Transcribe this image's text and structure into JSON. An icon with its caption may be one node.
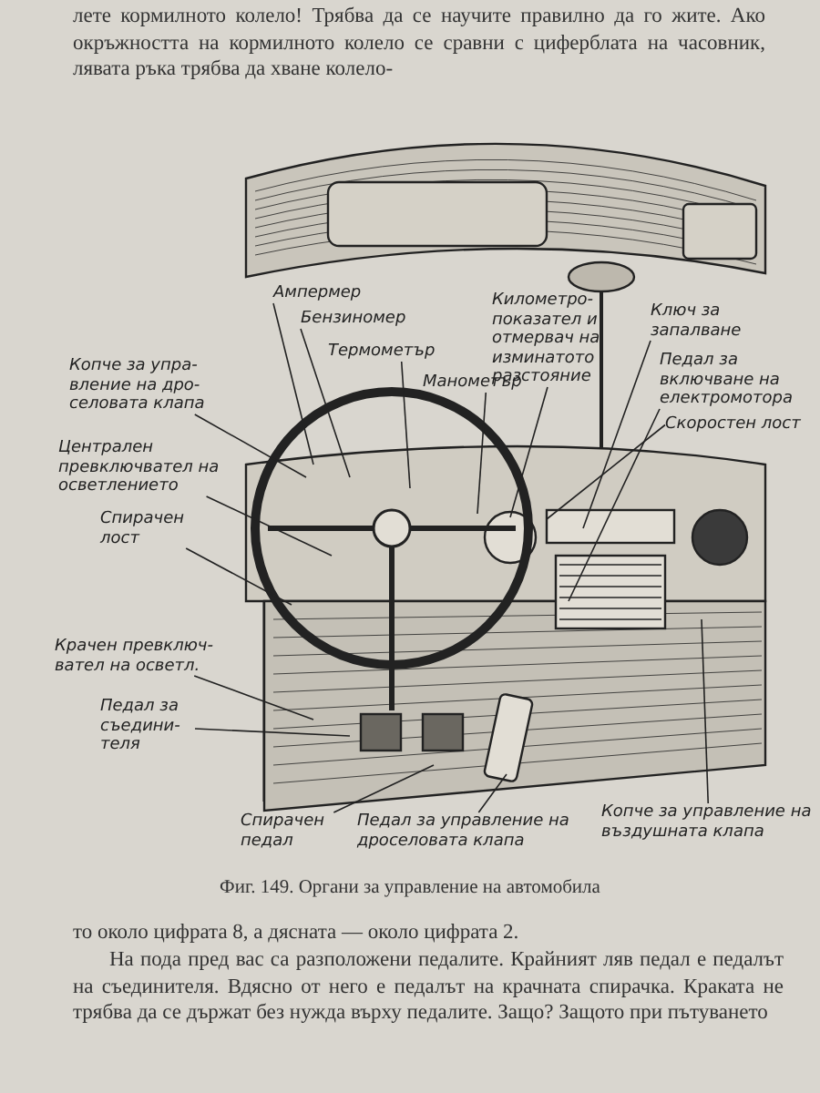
{
  "diagram": {
    "caption": "Фиг. 149. Органи за управление на автомобила",
    "nodes": [
      {
        "text": [
          "Ампермер"
        ]
      },
      {
        "text": [
          "Бензиномер"
        ]
      },
      {
        "text": [
          "Термометър"
        ]
      },
      {
        "text": [
          "Манометър"
        ]
      },
      {
        "text": [
          "Километро- показател и отмервач на изминатото разстояние"
        ]
      },
      {
        "text": [
          "Ключ за запалване"
        ]
      },
      {
        "text": [
          "Педал за включване на електромотора"
        ]
      },
      {
        "text": [
          "Скоростен лост"
        ]
      },
      {
        "text": [
          "Копче за упра- вление на дро- селовата клапа"
        ]
      },
      {
        "text": [
          "Централен превключвател на осветлението"
        ]
      },
      {
        "text": [
          "Спирачен лост"
        ]
      },
      {
        "text": [
          "Крачен превключ- вател на осветл."
        ]
      },
      {
        "text": [
          "Педал за съедини- теля"
        ]
      },
      {
        "text": [
          "Спирачен педал"
        ]
      },
      {
        "text": [
          "Педал за управление на дроселовата клапа"
        ]
      },
      {
        "text": [
          "Копче за управление на въздушната клапа"
        ]
      }
    ],
    "edges": [
      {
        "from": 0,
        "to": null,
        "arrow": "none"
      },
      {
        "from": 1,
        "to": null,
        "arrow": "none"
      },
      {
        "from": 2,
        "to": null,
        "arrow": "none"
      },
      {
        "from": 3,
        "to": null,
        "arrow": "none"
      },
      {
        "from": 4,
        "to": null,
        "arrow": "none"
      },
      {
        "from": 5,
        "to": null,
        "arrow": "none"
      },
      {
        "from": 6,
        "to": null,
        "arrow": "none"
      },
      {
        "from": 7,
        "to": null,
        "arrow": "none"
      },
      {
        "from": 8,
        "to": null,
        "arrow": "none"
      },
      {
        "from": 9,
        "to": null,
        "arrow": "none"
      },
      {
        "from": 10,
        "to": null,
        "arrow": "none"
      },
      {
        "from": 11,
        "to": null,
        "arrow": "none"
      },
      {
        "from": 12,
        "to": null,
        "arrow": "none"
      },
      {
        "from": 13,
        "to": null,
        "arrow": "none"
      },
      {
        "from": 14,
        "to": null,
        "arrow": "none"
      },
      {
        "from": 15,
        "to": null,
        "arrow": "none"
      }
    ],
    "labels": [
      "лете кормилното колело! Трябва да се научите правилно да го жите. Ако окръжността на кормилното колело се сравни с циферблата на часовник, лявата ръка трябва да хване колело-",
      "то около цифрата 8, а дясната — около цифрата 2.",
      "На пода пред вас са разположени педалите. Крайният ляв педал е педалът на съединителя. Вдясно от него е педалът на крачната спирачка. Краката не трябва да се държат без нужда върху педалите. Защо? Защото при пътуването"
    ]
  }
}
